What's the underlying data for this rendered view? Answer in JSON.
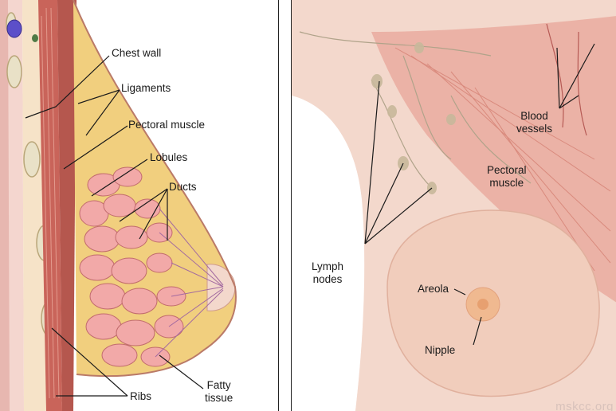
{
  "left_panel": {
    "labels": {
      "chest_wall": "Chest wall",
      "ligaments": "Ligaments",
      "pectoral_muscle": "Pectoral muscle",
      "lobules": "Lobules",
      "ducts": "Ducts",
      "ribs": "Ribs",
      "fatty_tissue_1": "Fatty",
      "fatty_tissue_2": "tissue"
    }
  },
  "right_panel": {
    "labels": {
      "blood_1": "Blood",
      "blood_2": "vessels",
      "pectoral_1": "Pectoral",
      "pectoral_2": "muscle",
      "lymph_1": "Lymph",
      "lymph_2": "nodes",
      "areola": "Areola",
      "nipple": "Nipple"
    },
    "watermark": "mskcc.org"
  },
  "colors": {
    "muscle": "#c9645a",
    "fat": "#f1cf7e",
    "lobule": "#f2a9a8",
    "skin": "#f3d8cc",
    "leader_line": "#1a1a1a"
  }
}
